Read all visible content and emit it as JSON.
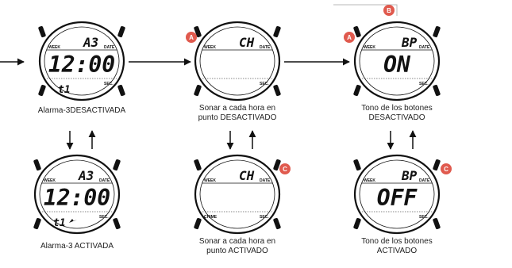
{
  "markers": {
    "a": "A",
    "b": "B",
    "c": "C"
  },
  "watches": {
    "alarm_off": {
      "top": "A3",
      "main": "12:00",
      "sub": "t1",
      "week": "WEEK",
      "date": "DATE",
      "sec": "SEC."
    },
    "chime_off": {
      "top": "CH",
      "main": "",
      "week": "WEEK",
      "date": "DATE",
      "sec": "SEC."
    },
    "tone_off": {
      "top": "BP",
      "main": "ON",
      "week": "WEEK",
      "date": "DATE",
      "sec": "SEC."
    },
    "alarm_on": {
      "top": "A3",
      "main": "12:00",
      "sub": "t1",
      "week": "WEEK",
      "date": "DATE",
      "sec": "SEC."
    },
    "chime_on": {
      "top": "CH",
      "main": "",
      "week": "WEEK",
      "date": "DATE",
      "sec": "SEC.",
      "chime": "CHIME"
    },
    "tone_on": {
      "top": "BP",
      "main": "OFF",
      "week": "WEEK",
      "date": "DATE",
      "sec": "SEC."
    }
  },
  "captions": {
    "alarm_off": "Alarma-3DESACTIVADA",
    "chime_off_1": "Sonar a cada hora en",
    "chime_off_2": "punto DESACTIVADO",
    "tone_off_1": "Tono de los botones",
    "tone_off_2": "DESACTIVADO",
    "alarm_on": "Alarma-3 ACTIVADA",
    "chime_on_1": "Sonar a cada hora en",
    "chime_on_2": "punto ACTIVADO",
    "tone_on_1": "Tono de los botones",
    "tone_on_2": "ACTIVADO"
  },
  "colors": {
    "marker": "#e05a4e",
    "line": "#111111",
    "frame": "#b8b8b8"
  }
}
